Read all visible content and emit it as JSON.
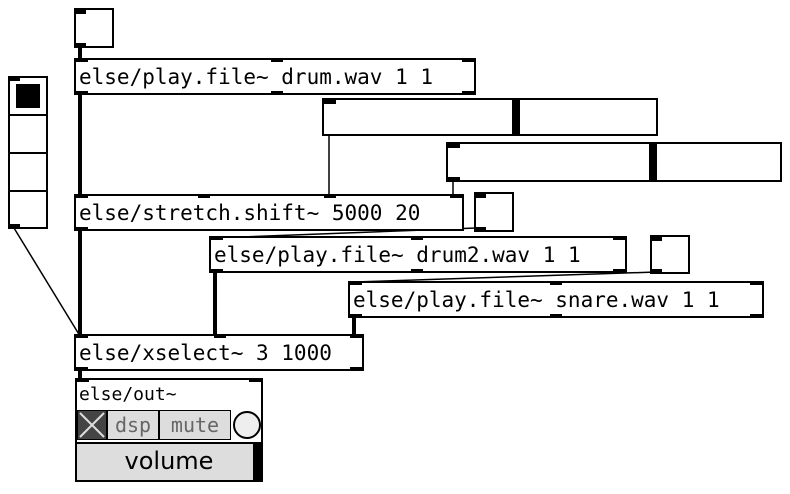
{
  "objects": {
    "play_drum": "else/play.file~ drum.wav 1 1",
    "stretch": "else/stretch.shift~ 5000 20",
    "play_drum2": "else/play.file~ drum2.wav 1 1",
    "play_snare": "else/play.file~ snare.wav 1 1",
    "xselect": "else/xselect~ 3 1000"
  },
  "out_panel": {
    "title": "else/out~",
    "dsp_label": "dsp",
    "mute_label": "mute",
    "volume_label": "volume"
  },
  "radio": {
    "count": 4,
    "selected_index": 0
  },
  "sliders": {
    "slider1": {
      "value_fraction": 0.58
    },
    "slider2": {
      "value_fraction": 0.62
    },
    "volume": {
      "value_fraction": 1.0
    }
  },
  "colors": {
    "ink": "#000000",
    "panel_gray": "#dddddd",
    "toggle_dark": "#444444",
    "button_text": "#666666"
  }
}
